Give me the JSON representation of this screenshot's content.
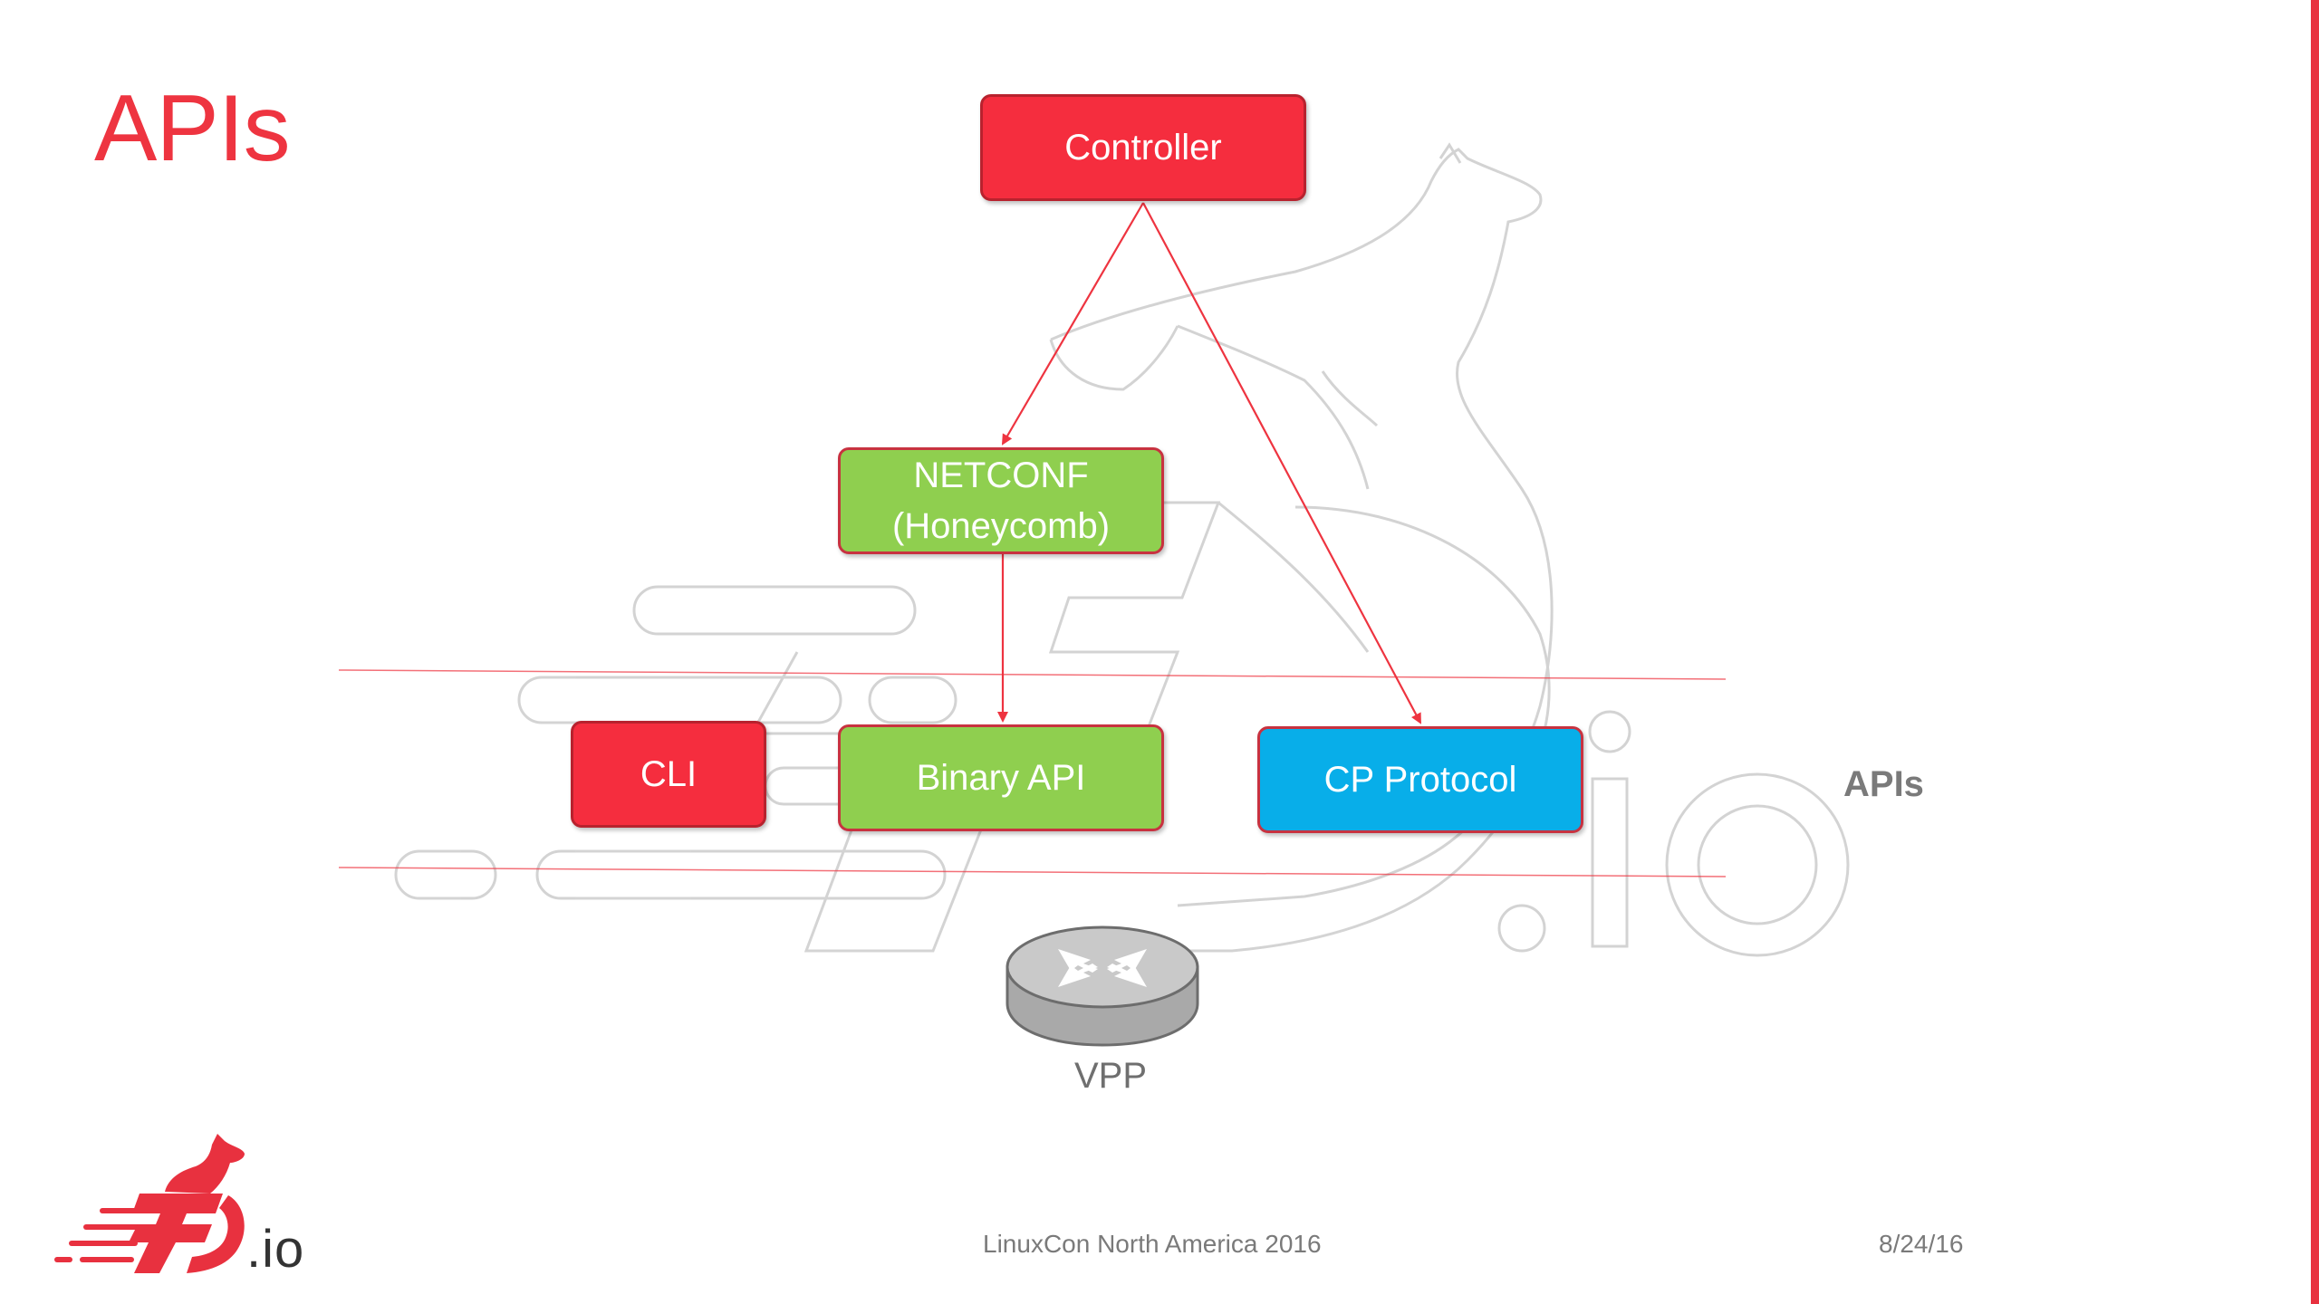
{
  "slide": {
    "title": "APIs",
    "footer_text": "LinuxCon North America 2016",
    "footer_date": "8/24/16",
    "logo_text": ".io"
  },
  "diagram": {
    "nodes": {
      "controller": "Controller",
      "netconf": "NETCONF\n(Honeycomb)",
      "cli": "CLI",
      "binary_api": "Binary API",
      "cp_protocol": "CP Protocol"
    },
    "apis_label": "APIs",
    "vpp_label": "VPP",
    "edges": [
      {
        "from": "controller",
        "to": "netconf"
      },
      {
        "from": "controller",
        "to": "cp_protocol"
      },
      {
        "from": "netconf",
        "to": "binary_api"
      }
    ]
  },
  "colors": {
    "accent_red": "#f52d3e",
    "green": "#8fcf4f",
    "blue": "#08aee9",
    "line_red": "#ee3440",
    "art_gray": "#cfcfcf"
  },
  "icons": {
    "router": "router-icon",
    "logo": "fd-io-logo"
  }
}
